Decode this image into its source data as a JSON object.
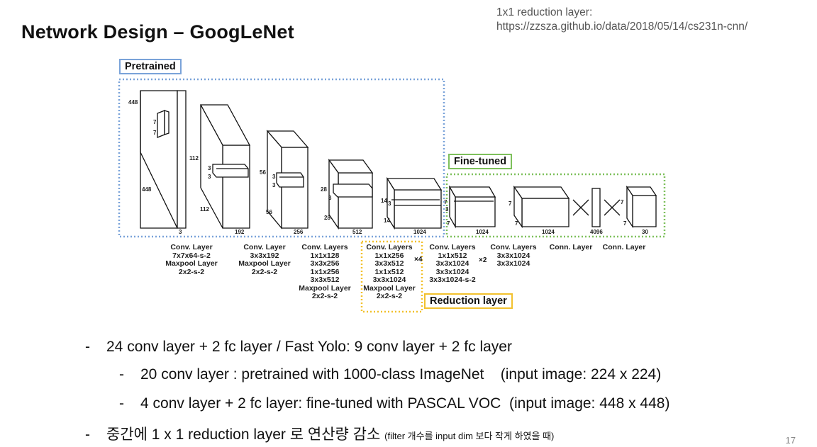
{
  "slide": {
    "title": "Network Design – GoogLeNet",
    "reference_line1": "1x1 reduction layer:",
    "reference_line2": "https://zzsza.github.io/data/2018/05/14/cs231n-cnn/",
    "page_number": "17"
  },
  "diagram": {
    "tag_pretrained": "Pretrained",
    "tag_finetuned": "Fine-tuned",
    "tag_reduction": "Reduction layer",
    "dims": {
      "d448a": "448",
      "d7a": "7",
      "d7b": "7",
      "d448b": "448",
      "d3a": "3",
      "d112a": "112",
      "d3b": "3",
      "d3c": "3",
      "d112b": "112",
      "d192": "192",
      "d56a": "56",
      "d3d": "3",
      "d3e": "3",
      "d56b": "56",
      "d256": "256",
      "d28a": "28",
      "d3f": "3",
      "d28b": "28",
      "d512": "512",
      "d14a": "14",
      "d3g": "3",
      "d14b": "14",
      "d1024a": "1024",
      "d7c": "7",
      "d3h": "3",
      "d7d": "7",
      "d1024b": "1024",
      "d7e": "7",
      "d7f": "7",
      "d1024c": "1024",
      "d4096": "4096",
      "d7g": "7",
      "d7h": "7",
      "d30": "30"
    },
    "layer_labels": [
      [
        "Conv. Layer",
        "7x7x64-s-2",
        "Maxpool Layer",
        "2x2-s-2"
      ],
      [
        "Conv. Layer",
        "3x3x192",
        "Maxpool Layer",
        "2x2-s-2"
      ],
      [
        "Conv. Layers",
        "1x1x128",
        "3x3x256",
        "1x1x256",
        "3x3x512",
        "Maxpool Layer",
        "2x2-s-2"
      ],
      [
        "Conv. Layers",
        "1x1x256",
        "3x3x512",
        "1x1x512",
        "3x3x1024",
        "Maxpool Layer",
        "2x2-s-2"
      ],
      [
        "Conv. Layers",
        "1x1x512",
        "3x3x1024",
        "3x3x1024",
        "3x3x1024-s-2"
      ],
      [
        "Conv. Layers",
        "3x3x1024",
        "3x3x1024"
      ],
      [
        "Conn. Layer"
      ],
      [
        "Conn. Layer"
      ]
    ],
    "repeat_x4": "×4",
    "repeat_x2": "×2"
  },
  "bullets": {
    "b1": "24 conv layer + 2 fc layer / Fast Yolo: 9 conv layer + 2 fc layer",
    "b2": "20 conv layer : pretrained with 1000-class ImageNet    (input image: 224 x 224)",
    "b3": "4 conv layer + 2 fc layer: fine-tuned with PASCAL VOC  (input image: 448 x 448)",
    "b4_main": "중간에 1 x 1 reduction layer 로 연산량 감소",
    "b4_note": "(filter 개수를 input dim 보다 작게 하였을 때)",
    "dash": "-"
  }
}
